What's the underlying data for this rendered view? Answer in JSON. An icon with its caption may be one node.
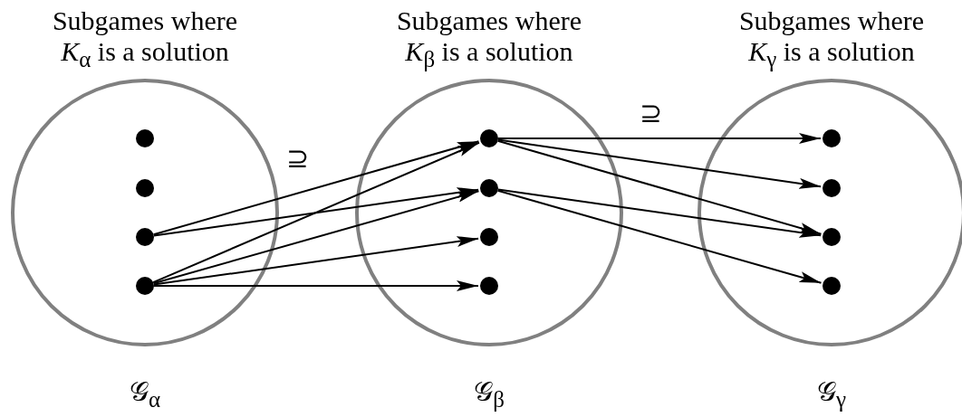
{
  "diagram": {
    "nodes": [
      {
        "text": [
          "Subgames where *K*$_{α}$ is a solution"
        ],
        "beside": [
          "𝒢$_{α}$"
        ]
      },
      {
        "text": [],
        "shape": "circle",
        "in": 0
      },
      {
        "text": [],
        "shape": "circle",
        "in": 0
      },
      {
        "text": [],
        "shape": "circle",
        "in": 0
      },
      {
        "text": [],
        "shape": "circle",
        "in": 0
      },
      {
        "text": [
          "Subgames where *K*$_{β}$ is a solution"
        ],
        "beside": [
          "𝒢$_{β}$"
        ]
      },
      {
        "text": [],
        "shape": "circle",
        "in": 5
      },
      {
        "text": [],
        "shape": "circle",
        "in": 5
      },
      {
        "text": [],
        "shape": "circle",
        "in": 5
      },
      {
        "text": [],
        "shape": "circle",
        "in": 5
      },
      {
        "text": [
          "Subgames where *K*$_{γ}$ is a solution"
        ],
        "beside": [
          "𝒢$_{γ}$"
        ]
      },
      {
        "text": [],
        "shape": "circle",
        "in": 10
      },
      {
        "text": [],
        "shape": "circle",
        "in": 10
      },
      {
        "text": [],
        "shape": "circle",
        "in": 10
      },
      {
        "text": [],
        "shape": "circle",
        "in": 10
      }
    ],
    "edges": [
      {
        "from": 3,
        "to": 6,
        "arrow": "to"
      },
      {
        "from": 3,
        "to": 7,
        "arrow": "to"
      },
      {
        "from": 4,
        "to": 6,
        "arrow": "to"
      },
      {
        "from": 4,
        "to": 7,
        "arrow": "to"
      },
      {
        "from": 4,
        "to": 8,
        "arrow": "to"
      },
      {
        "from": 4,
        "to": 9,
        "arrow": "to"
      },
      {
        "from": 6,
        "to": 11,
        "arrow": "to"
      },
      {
        "from": 6,
        "to": 12,
        "arrow": "to"
      },
      {
        "from": 6,
        "to": 13,
        "arrow": "to"
      },
      {
        "from": 7,
        "to": 13,
        "arrow": "to"
      },
      {
        "from": 7,
        "to": 14,
        "arrow": "to"
      }
    ],
    "labels": [
      "⊇",
      "⊇"
    ]
  }
}
